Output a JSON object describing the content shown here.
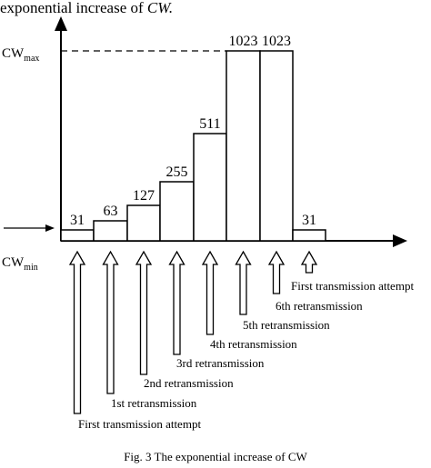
{
  "header_text": "exponential increase of ",
  "header_text_italic": "CW.",
  "caption": "Fig. 3   The exponential increase of CW",
  "chart_data": {
    "type": "bar",
    "categories": [
      "First transmission attempt",
      "1st retransmission",
      "2nd retransmission",
      "3rd retransmission",
      "4th retransmission",
      "5th retransmission",
      "6th retransmission",
      "First transmission attempt"
    ],
    "values": [
      31,
      63,
      127,
      255,
      511,
      1023,
      1023,
      31
    ],
    "value_labels": [
      "31",
      "63",
      "127",
      "255",
      "511",
      "1023",
      "1023",
      "31"
    ],
    "cwmax_label": "CW",
    "cwmax_sub": "max",
    "cwmin_label": "CW",
    "cwmin_sub": "min",
    "cwmax_value": 1023,
    "cwmin_value": 31,
    "grid": false,
    "bar_color": "#ffffff",
    "stroke_color": "#000000"
  }
}
